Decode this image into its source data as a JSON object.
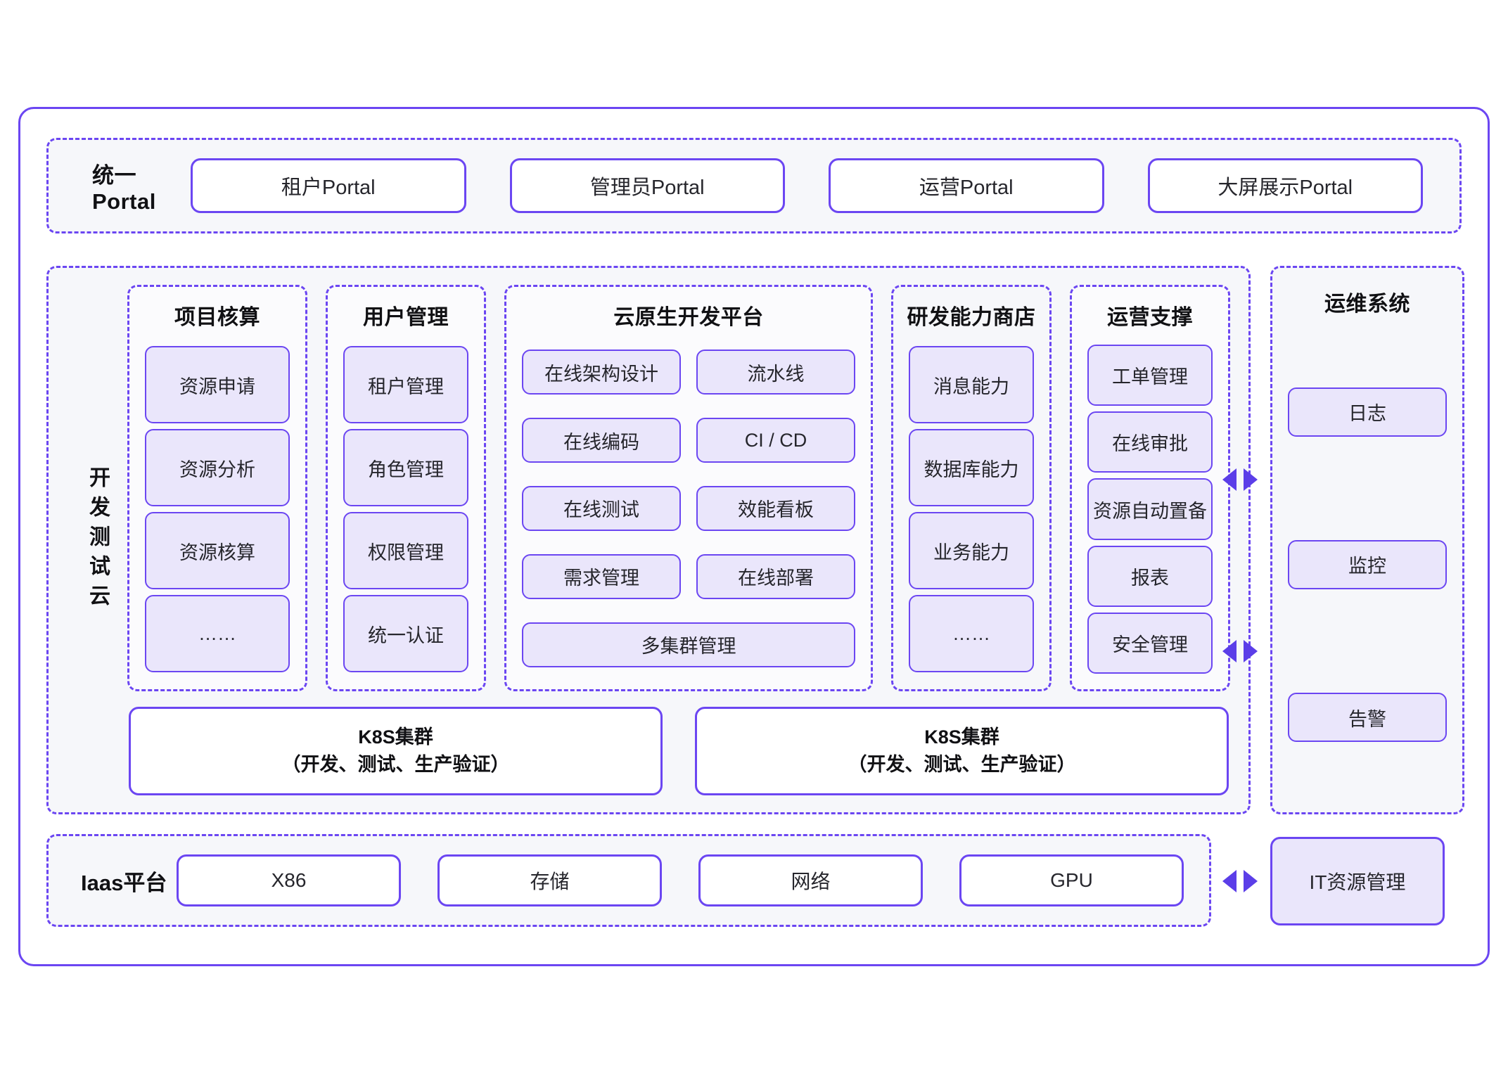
{
  "portal": {
    "title": "统一Portal",
    "buttons": [
      {
        "label": "租户Portal"
      },
      {
        "label": "管理员Portal"
      },
      {
        "label": "运营Portal"
      },
      {
        "label": "大屏展示Portal"
      }
    ]
  },
  "dev_cloud": {
    "side_label": "开发测试云",
    "groups": [
      {
        "title": "项目核算",
        "tiles": [
          "资源申请",
          "资源分析",
          "资源核算",
          "……"
        ]
      },
      {
        "title": "用户管理",
        "tiles": [
          "租户管理",
          "角色管理",
          "权限管理",
          "统一认证"
        ]
      },
      {
        "title": "云原生开发平台",
        "rows": [
          [
            "在线架构设计",
            "流水线"
          ],
          [
            "在线编码",
            "CI / CD"
          ],
          [
            "在线测试",
            "效能看板"
          ],
          [
            "需求管理",
            "在线部署"
          ]
        ],
        "wide_tile": "多集群管理"
      },
      {
        "title": "研发能力商店",
        "tiles": [
          "消息能力",
          "数据库能力",
          "业务能力",
          "……"
        ]
      },
      {
        "title": "运营支撑",
        "tiles": [
          "工单管理",
          "在线审批",
          "资源自动置备",
          "报表",
          "安全管理"
        ]
      }
    ],
    "k8s_clusters": [
      {
        "line1": "K8S集群",
        "line2": "（开发、测试、生产验证）"
      },
      {
        "line1": "K8S集群",
        "line2": "（开发、测试、生产验证）"
      }
    ]
  },
  "ops_system": {
    "title": "运维系统",
    "items": [
      "日志",
      "监控",
      "告警"
    ]
  },
  "iaas": {
    "title": "Iaas平台",
    "buttons": [
      "X86",
      "存储",
      "网络",
      "GPU"
    ]
  },
  "it_resource": {
    "label": "IT资源管理"
  },
  "connectors": {
    "icon": "double-arrow-icon",
    "count": 3
  },
  "colors": {
    "accent": "#6b46f2",
    "arrow": "#5b3ee8",
    "tile_fill": "#eae6fb",
    "section_bg": "#f6f7fa",
    "group_bg": "#fbfbfd",
    "text": "#26262c"
  }
}
